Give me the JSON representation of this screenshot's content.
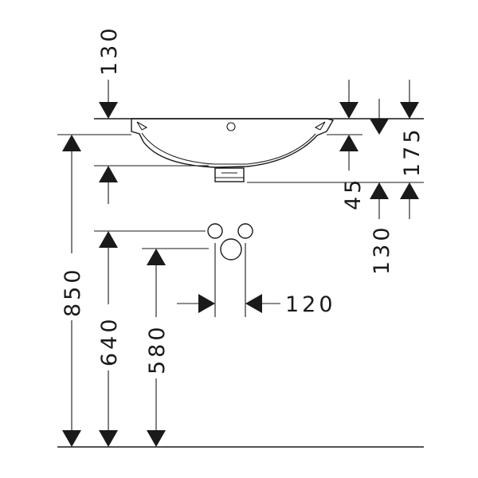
{
  "dimensions": {
    "top_clearance": "130",
    "basin_depth_right": "175",
    "waste_height": "45",
    "under_clearance": "130",
    "overall_height": "850",
    "supply_height": "640",
    "waste_outlet_height": "580",
    "supply_spacing": "120"
  }
}
